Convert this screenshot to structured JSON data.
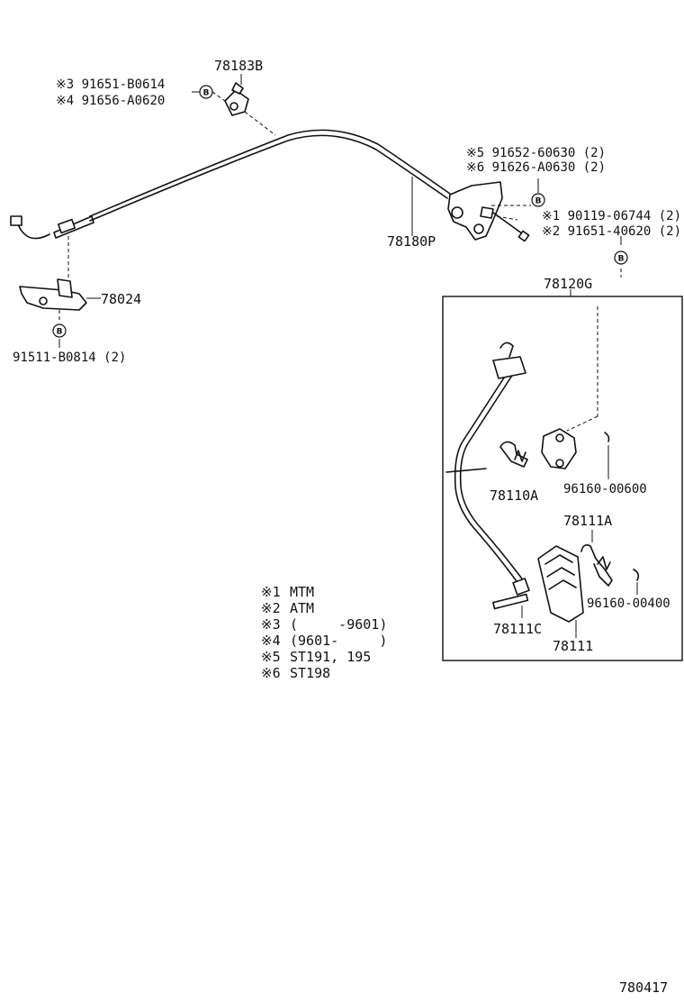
{
  "diagram_code": "780417",
  "parts": {
    "p78183B": "78183B",
    "p78180P": "78180P",
    "p78024": "78024",
    "p78120G": "78120G",
    "p78110A": "78110A",
    "p78111A": "78111A",
    "p78111C": "78111C",
    "p78111": "78111",
    "p96160_00600": "96160-00600",
    "p96160_00400": "96160-00400",
    "p91511": "91511-B0814 (2)"
  },
  "bolts": {
    "b3": "※3 91651-B0614",
    "b4": "※4 91656-A0620",
    "b5": "※5 91652-60630 (2)",
    "b6": "※6 91626-A0630 (2)",
    "b1": "※1 90119-06744 (2)",
    "b2": "※2 91651-40620 (2)"
  },
  "bolt_marker": "B",
  "notes": [
    {
      "key": "※1",
      "text": "MTM"
    },
    {
      "key": "※2",
      "text": "ATM"
    },
    {
      "key": "※3",
      "text": "(     -9601)"
    },
    {
      "key": "※4",
      "text": "(9601-     )"
    },
    {
      "key": "※5",
      "text": "ST191, 195"
    },
    {
      "key": "※6",
      "text": "ST198"
    }
  ]
}
